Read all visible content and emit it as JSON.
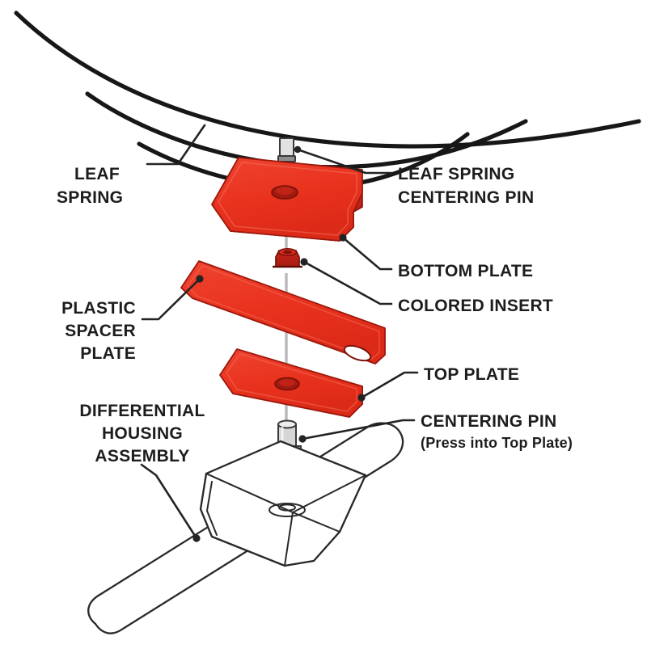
{
  "figure": {
    "title": "Leaf spring centering plate exploded assembly diagram",
    "background_color": "#ffffff",
    "line_color": "#232323",
    "part_color": "#e8321e",
    "part_color_dark": "#a81c10",
    "part_color_mid": "#c9241a",
    "metal_color": "#bdbdbd",
    "centerline_color": "#b9b9b9"
  },
  "labels": {
    "leaf_spring": {
      "lines": [
        "LEAF",
        "SPRING"
      ],
      "align": "left"
    },
    "leaf_spring_centering_pin": {
      "lines": [
        "LEAF SPRING",
        "CENTERING PIN"
      ],
      "align": "left"
    },
    "bottom_plate": {
      "lines": [
        "BOTTOM PLATE"
      ],
      "align": "left"
    },
    "colored_insert": {
      "lines": [
        "COLORED INSERT"
      ],
      "align": "left"
    },
    "plastic_spacer_plate": {
      "lines": [
        "PLASTIC",
        "SPACER",
        "PLATE"
      ],
      "align": "right"
    },
    "top_plate": {
      "lines": [
        "TOP PLATE"
      ],
      "align": "left"
    },
    "centering_pin": {
      "lines": [
        "CENTERING PIN"
      ],
      "note": "(Press into Top Plate)",
      "align": "left"
    },
    "differential_housing_assembly": {
      "lines": [
        "DIFFERENTIAL",
        "HOUSING",
        "ASSEMBLY"
      ],
      "align": "center"
    }
  },
  "parts": [
    {
      "id": "leaf-spring",
      "name": "Leaf Spring",
      "count": 3,
      "style": "stacked-arcs"
    },
    {
      "id": "leaf-spring-centering-pin",
      "name": "Leaf Spring Centering Pin",
      "style": "metal-stub"
    },
    {
      "id": "bottom-plate",
      "name": "Bottom Plate",
      "style": "red-slab-notched"
    },
    {
      "id": "colored-insert",
      "name": "Colored Insert",
      "style": "red-grommet"
    },
    {
      "id": "plastic-spacer-plate",
      "name": "Plastic Spacer Plate",
      "style": "red-flat-slotted"
    },
    {
      "id": "top-plate",
      "name": "Top Plate",
      "style": "red-slab-holed"
    },
    {
      "id": "centering-pin",
      "name": "Centering Pin",
      "style": "metal-pin-flanged"
    },
    {
      "id": "differential-housing-assembly",
      "name": "Differential Housing Assembly",
      "style": "white-axle-tube"
    }
  ]
}
